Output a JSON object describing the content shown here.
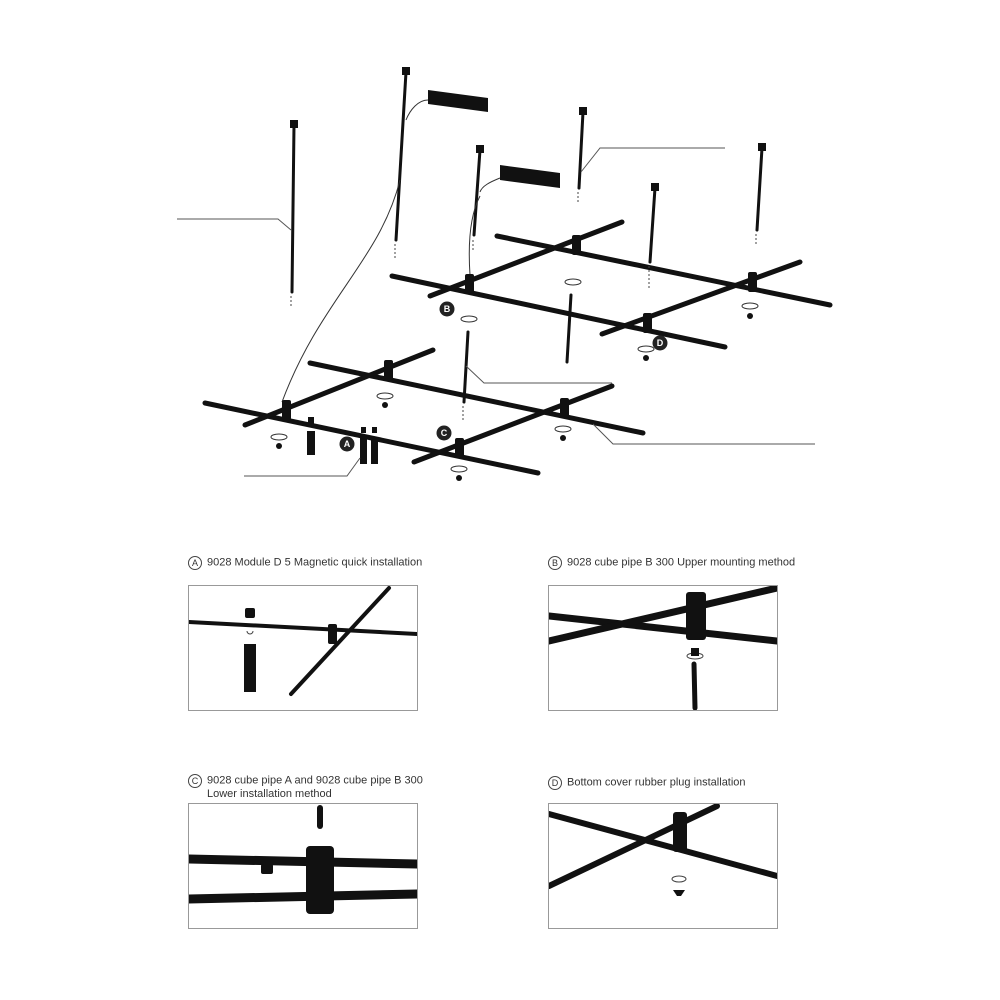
{
  "diagram": {
    "callouts": [
      "A",
      "B",
      "C",
      "D"
    ]
  },
  "details": [
    {
      "badge": "A",
      "line1": "9028 Module D 5 Magnetic quick installation",
      "line2": ""
    },
    {
      "badge": "B",
      "line1": "9028 cube pipe B 300 Upper mounting method",
      "line2": ""
    },
    {
      "badge": "C",
      "line1": "9028 cube pipe A and 9028 cube pipe B 300",
      "line2": "Lower installation method"
    },
    {
      "badge": "D",
      "line1": "Bottom cover rubber plug installation",
      "line2": ""
    }
  ],
  "colors": {
    "ink": "#111111",
    "leader": "#555555",
    "frame": "#999999"
  }
}
